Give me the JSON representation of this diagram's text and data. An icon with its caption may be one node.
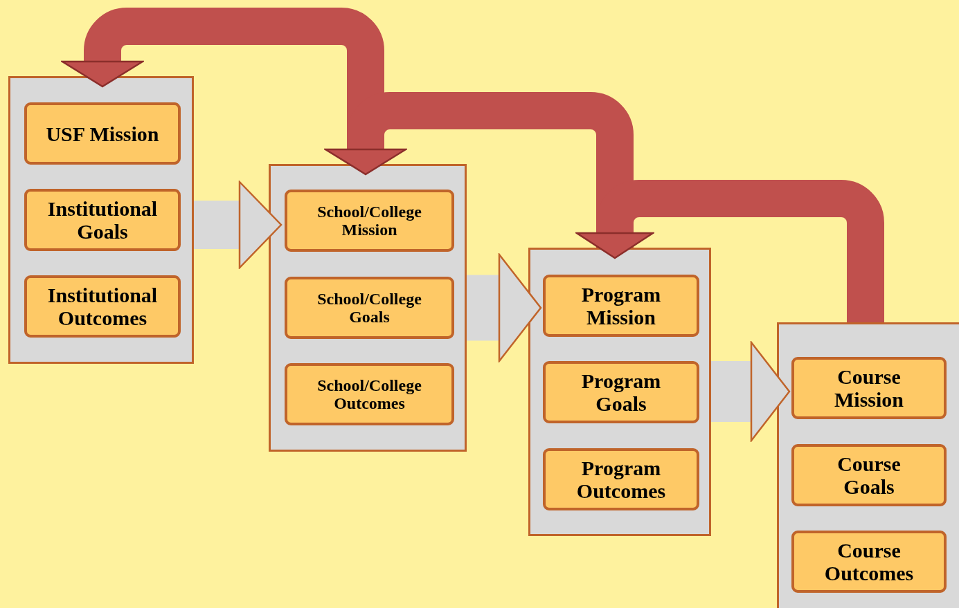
{
  "diagram": {
    "nodes": [
      {
        "text": [],
        "shape": "box"
      },
      {
        "text": [
          "USF Mission"
        ],
        "in": 0
      },
      {
        "text": [
          "Institutional Goals"
        ],
        "in": 0
      },
      {
        "text": [
          "Institutional Outcomes"
        ],
        "in": 0
      },
      {
        "text": [],
        "shape": "box"
      },
      {
        "text": [
          "School/College Mission"
        ],
        "in": 4
      },
      {
        "text": [
          "School/College Goals"
        ],
        "in": 4
      },
      {
        "text": [
          "School/College Outcomes"
        ],
        "in": 4
      },
      {
        "text": [],
        "shape": "box"
      },
      {
        "text": [
          "Program Mission"
        ],
        "in": 8
      },
      {
        "text": [
          "Program Goals"
        ],
        "in": 8
      },
      {
        "text": [
          "Program Outcomes"
        ],
        "in": 8
      },
      {
        "text": [],
        "shape": "box"
      },
      {
        "text": [
          "Course Mission"
        ],
        "in": 12
      },
      {
        "text": [
          "Course Goals"
        ],
        "in": 12
      },
      {
        "text": [
          "Course Outcomes"
        ],
        "in": 12
      }
    ],
    "edges": [
      {
        "from": 0,
        "to": 4,
        "arrow": "to",
        "color": "#d9d9d9"
      },
      {
        "from": 4,
        "to": 8,
        "arrow": "to",
        "color": "#d9d9d9"
      },
      {
        "from": 8,
        "to": 12,
        "arrow": "to",
        "color": "#d9d9d9"
      },
      {
        "from": 4,
        "to": 0,
        "arrow": "to",
        "color": "#c0504d"
      },
      {
        "from": 8,
        "to": 4,
        "arrow": "to",
        "color": "#c0504d"
      },
      {
        "from": 12,
        "to": 8,
        "arrow": "to",
        "color": "#c0504d"
      }
    ]
  }
}
